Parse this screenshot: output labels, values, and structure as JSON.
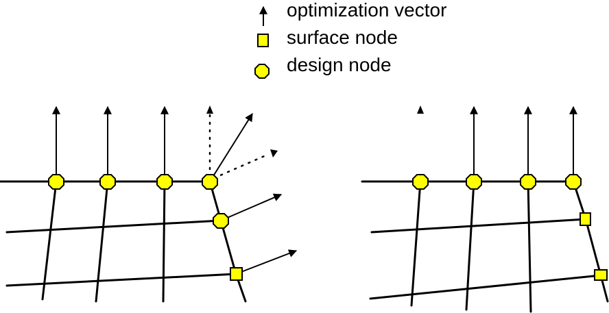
{
  "legend": {
    "vector_label": "optimization vector",
    "surface_label": "surface node",
    "design_label": "design node"
  },
  "colors": {
    "node_fill": "#ffff00",
    "stroke": "#000000"
  },
  "icons": {
    "vector": "up-arrow-icon",
    "surface": "square-node-icon",
    "design": "octagon-node-icon"
  }
}
